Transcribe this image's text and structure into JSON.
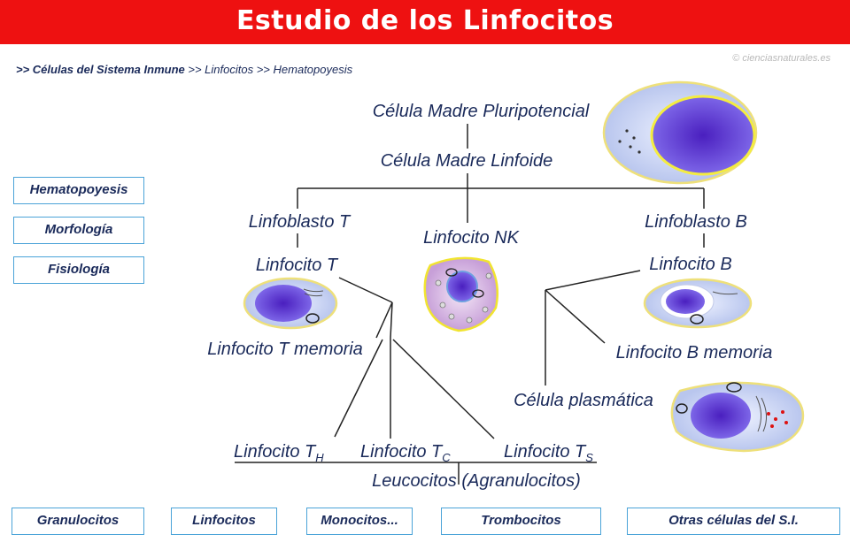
{
  "header": {
    "title": "Estudio de los Linfocitos"
  },
  "breadcrumb": {
    "item1": ">> Células del Sistema Inmune",
    "item2": ">> Linfocitos",
    "item3": ">> Hematopoyesis"
  },
  "copyright": "© cienciasnaturales.es",
  "side_nav": {
    "hematopoyesis": "Hematopoyesis",
    "morfologia": "Morfología",
    "fisiologia": "Fisiología"
  },
  "bottom_nav": {
    "granulocitos": "Granulocitos",
    "linfocitos": "Linfocitos",
    "monocitos": "Monocitos...",
    "trombocitos": "Trombocitos",
    "otras": "Otras células del S.I."
  },
  "diagram": {
    "celula_madre_pluripotencial": "Célula Madre Pluripotencial",
    "celula_madre_linfoide": "Célula Madre Linfoide",
    "linfoblasto_t": "Linfoblasto T",
    "linfocito_nk": "Linfocito NK",
    "linfoblasto_b": "Linfoblasto B",
    "linfocito_t": "Linfocito T",
    "linfocito_b": "Linfocito B",
    "linfocito_t_memoria": "Linfocito T memoria",
    "linfocito_b_memoria": "Linfocito B memoria",
    "celula_plasmatica": "Célula plasmática",
    "linfocito_th": "Linfocito T",
    "linfocito_th_sub": "H",
    "linfocito_tc": "Linfocito T",
    "linfocito_tc_sub": "C",
    "linfocito_ts": "Linfocito T",
    "linfocito_ts_sub": "S",
    "leucocitos": "Leucocitos (Agranulocitos)"
  },
  "colors": {
    "header_bg": "#ee1111",
    "text": "#1a2a5a",
    "button_border": "#4aa3d8",
    "nucleus": "#5533cc",
    "cytoplasm": "#c8d4f4",
    "membrane": "#f0e030"
  }
}
